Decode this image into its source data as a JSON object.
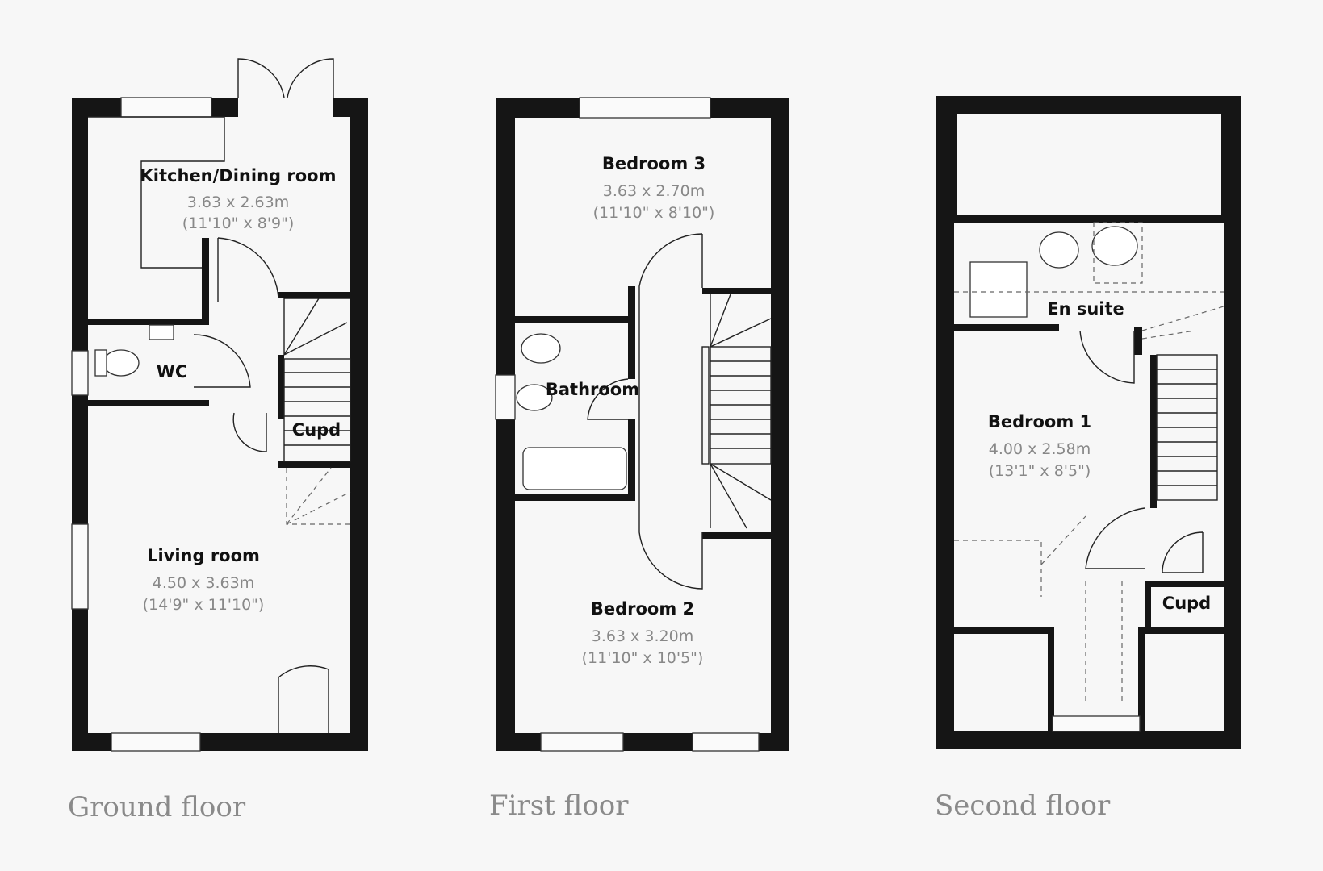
{
  "floors": [
    {
      "label": "Ground floor",
      "rooms": [
        {
          "name": "Kitchen/Dining room",
          "metric": "3.63 x 2.63m",
          "imperial": "(11'10\" x 8'9\")"
        },
        {
          "name": "WC"
        },
        {
          "name": "Cupd"
        },
        {
          "name": "Living room",
          "metric": "4.50 x 3.63m",
          "imperial": "(14'9\" x 11'10\")"
        }
      ]
    },
    {
      "label": "First floor",
      "rooms": [
        {
          "name": "Bedroom 3",
          "metric": "3.63 x 2.70m",
          "imperial": "(11'10\" x 8'10\")"
        },
        {
          "name": "Bathroom"
        },
        {
          "name": "Bedroom 2",
          "metric": "3.63 x 3.20m",
          "imperial": "(11'10\" x 10'5\")"
        }
      ]
    },
    {
      "label": "Second floor",
      "rooms": [
        {
          "name": "En suite"
        },
        {
          "name": "Bedroom 1",
          "metric": "4.00 x 2.58m",
          "imperial": "(13'1\" x 8'5\")"
        },
        {
          "name": "Cupd"
        }
      ]
    }
  ]
}
